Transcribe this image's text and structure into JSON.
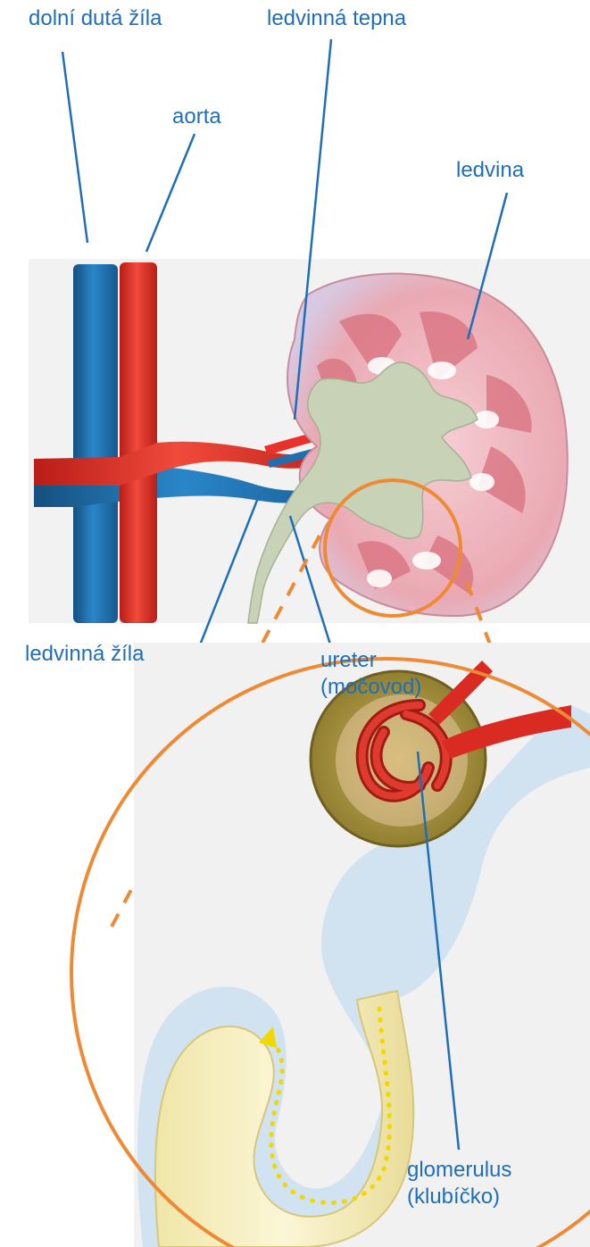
{
  "labels": {
    "inferior_vena_cava": "dolní dutá žíla",
    "renal_artery": "ledvinná tepna",
    "aorta": "aorta",
    "kidney": "ledvina",
    "renal_vein": "ledvinná žíla",
    "ureter_line1": "ureter",
    "ureter_line2": "(močovod)",
    "glomerulus_line1": "glomerulus",
    "glomerulus_line2": "(klubíčko)"
  },
  "colors": {
    "label_text": "#1e6fb8",
    "leader_line": "#1e6fb8",
    "zoom_outline": "#ef8a34",
    "artery_red": "#e8312b",
    "vein_blue": "#1f6fb0",
    "kidney_pink": "#efb6bf",
    "pelvis_green": "#c7d0b4",
    "panel_background": "#f2f2f2"
  }
}
